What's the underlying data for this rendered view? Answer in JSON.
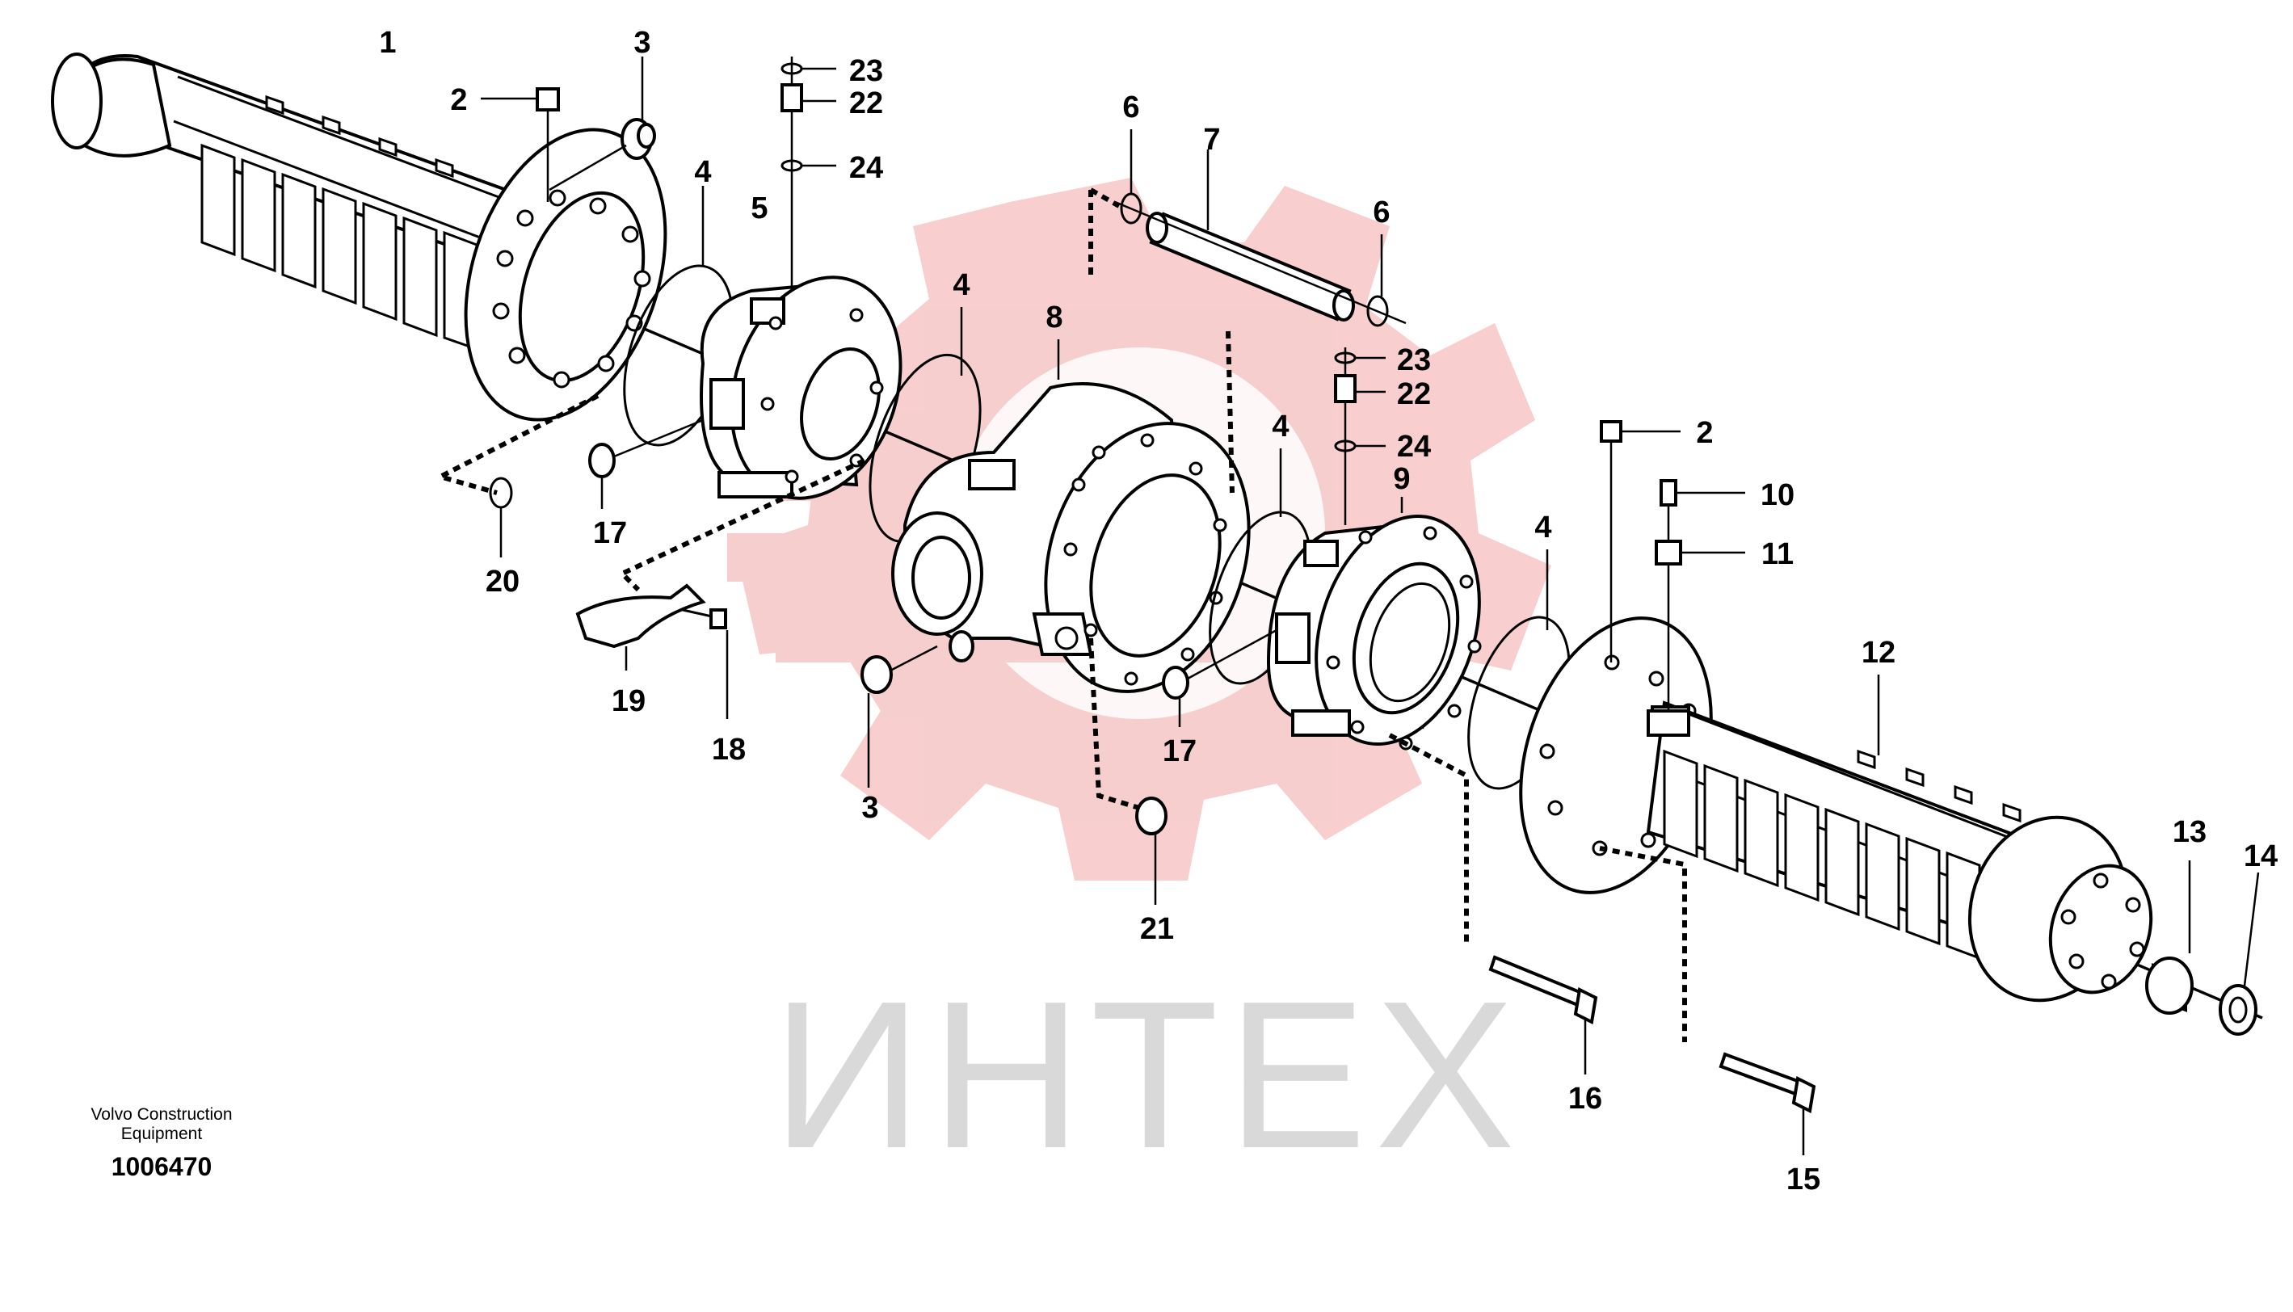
{
  "diagram": {
    "type": "exploded-parts-diagram",
    "watermark_text": "ИНТЕХ",
    "watermark_colors": {
      "gear": "#f7c9c9",
      "text": "#d9d9d9"
    },
    "line_color": "#000000",
    "callouts": [
      "1",
      "2",
      "3",
      "23",
      "22",
      "24",
      "4",
      "5",
      "6",
      "7",
      "6",
      "8",
      "4",
      "23",
      "22",
      "24",
      "2",
      "10",
      "11",
      "4",
      "9",
      "12",
      "17",
      "20",
      "17",
      "19",
      "18",
      "3",
      "21",
      "16",
      "13",
      "14",
      "15"
    ]
  },
  "footer": {
    "company_line1": "Volvo Construction",
    "company_line2": "Equipment",
    "ref": "1006470"
  }
}
